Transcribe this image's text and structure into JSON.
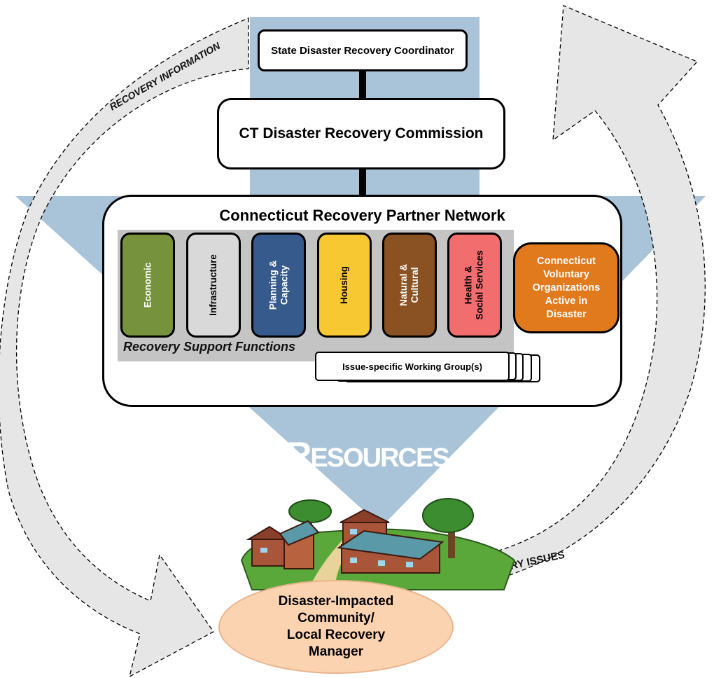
{
  "coordinator": "State Disaster Recovery Coordinator",
  "commission": "CT Disaster Recovery Commission",
  "network": {
    "title": "Connecticut Recovery Partner Network",
    "rsf_caption": "Recovery Support Functions",
    "functions": [
      {
        "label": "Economic",
        "color": "#76923c",
        "text_color": "#ffffff"
      },
      {
        "label": "Infrastructure",
        "color": "#d9d9d9",
        "text_color": "#000000"
      },
      {
        "label": "Planning &\nCapacity",
        "color": "#375a8c",
        "text_color": "#ffffff"
      },
      {
        "label": "Housing",
        "color": "#f8c832",
        "text_color": "#000000"
      },
      {
        "label": "Natural &\nCultural",
        "color": "#8a5222",
        "text_color": "#ffffff"
      },
      {
        "label": "Health &\nSocial Services",
        "color": "#f26d6d",
        "text_color": "#000000"
      }
    ],
    "voad": "Connecticut\nVoluntary\nOrganizations\nActive in\nDisaster",
    "working_group": "Issue-specific Working Group(s)"
  },
  "resources": {
    "initial": "R",
    "rest": "ESOURCES"
  },
  "community": "Disaster-Impacted\nCommunity/\nLocal Recovery\nManager",
  "arrows": {
    "recovery_information": "RECOVERY INFORMATION",
    "recovery_issues": "RECOVERY ISSUES"
  },
  "colors": {
    "funnel": "#a9c3d9",
    "arrow_fill": "#e6e6e6"
  }
}
